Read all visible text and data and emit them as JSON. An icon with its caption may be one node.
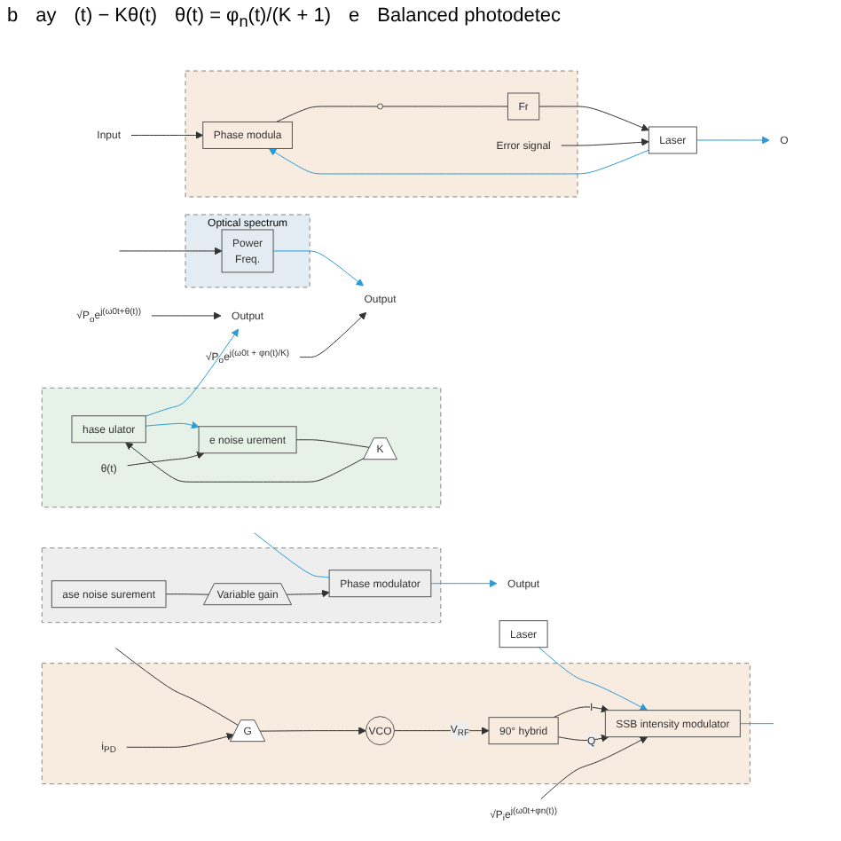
{
  "diagram": {
    "nodes": [
      {
        "text": [
          "Optical spectrum"
        ]
      },
      {
        "text": [
          "Power",
          "Freq."
        ],
        "in": 0
      },
      {
        "text": [
          "Output"
        ]
      },
      {
        "text": [
          "√P$_{o}$e$^{j(ω0t + φn(t)/K)}$"
        ]
      },
      {
        "text": [],
        "shape": "box"
      },
      {
        "text": [
          "Phase modulator"
        ],
        "in": 4
      },
      {
        "text": [
          "ase noise surement"
        ],
        "in": 4
      },
      {
        "text": [
          "Variable gain"
        ],
        "in": 4
      },
      {
        "text": [
          "Output"
        ]
      },
      {
        "text": [],
        "shape": "box"
      },
      {
        "text": [
          "hase ulator"
        ],
        "in": 9
      },
      {
        "text": [
          "K"
        ],
        "in": 9
      },
      {
        "text": [
          "e noise urement"
        ],
        "in": 9
      },
      {
        "text": [
          "θ(t)"
        ],
        "in": 9
      },
      {
        "text": [
          "Output"
        ]
      },
      {
        "text": [
          "√P$_{o}$e$^{j(ω0t+θ(t))}$"
        ]
      },
      {
        "text": [],
        "shape": "box"
      },
      {
        "text": [
          "Laser"
        ]
      },
      {
        "text": [
          "Phase modula"
        ],
        "in": 16
      },
      {
        "text": [],
        "shape": "circle",
        "in": 16
      },
      {
        "text": [
          "Fr"
        ],
        "in": 16
      },
      {
        "text": [
          "Input"
        ]
      },
      {
        "text": [
          "Error signal"
        ],
        "in": 16
      },
      {
        "text": [
          "O"
        ]
      },
      {
        "text": [],
        "shape": "box"
      },
      {
        "text": [
          "Laser"
        ]
      },
      {
        "text": [
          "SSB intensity modulator"
        ],
        "in": 24
      },
      {
        "text": [
          "90° hybrid"
        ],
        "in": 24
      },
      {
        "text": [
          "VCO"
        ],
        "in": 24
      },
      {
        "text": [
          "G"
        ],
        "in": 24
      },
      {
        "text": [
          "i$_{PD}$"
        ],
        "in": 24
      },
      {
        "text": [
          "√P$_{i}$e$^{j(ω0t+φn(t))}$"
        ]
      }
    ],
    "edges": [
      {
        "from": null,
        "to": 1,
        "arrow": "to"
      },
      {
        "from": 1,
        "to": 2,
        "arrow": "to",
        "color": "#2a9bd6"
      },
      {
        "from": 3,
        "to": 2,
        "arrow": "to"
      },
      {
        "from": null,
        "to": 5,
        "arrow": "none",
        "color": "#2a9bd6"
      },
      {
        "from": 6,
        "to": 7,
        "arrow": "none"
      },
      {
        "from": 7,
        "to": 5,
        "arrow": "to"
      },
      {
        "from": 5,
        "to": 8,
        "arrow": "to",
        "color": "#2a9bd6"
      },
      {
        "from": 12,
        "to": 11,
        "arrow": "none"
      },
      {
        "from": 11,
        "to": 10,
        "arrow": "to"
      },
      {
        "from": 10,
        "to": 12,
        "arrow": "to",
        "color": "#2a9bd6"
      },
      {
        "from": 10,
        "to": 14,
        "arrow": "to",
        "color": "#2a9bd6"
      },
      {
        "from": 13,
        "to": 12,
        "arrow": "to"
      },
      {
        "from": 15,
        "to": 14,
        "arrow": "to"
      },
      {
        "from": 17,
        "to": 18,
        "arrow": "to",
        "color": "#2a9bd6"
      },
      {
        "from": 17,
        "to": 23,
        "arrow": "to",
        "color": "#2a9bd6"
      },
      {
        "from": 18,
        "to": 19,
        "arrow": "none"
      },
      {
        "from": 19,
        "to": 20,
        "arrow": "none"
      },
      {
        "from": 20,
        "to": 17,
        "arrow": "to"
      },
      {
        "from": 21,
        "to": 18,
        "arrow": "to"
      },
      {
        "from": 22,
        "to": 17,
        "arrow": "to"
      },
      {
        "from": 25,
        "to": 26,
        "arrow": "to",
        "color": "#2a9bd6"
      },
      {
        "from": 27,
        "to": 26,
        "arrow": "to",
        "label": "I"
      },
      {
        "from": 27,
        "to": 26,
        "arrow": "to",
        "label": "Q"
      },
      {
        "from": 28,
        "to": 27,
        "arrow": "to",
        "label": "V$_{RF}$"
      },
      {
        "from": 29,
        "to": 28,
        "arrow": "to"
      },
      {
        "from": null,
        "to": 29,
        "arrow": "none"
      },
      {
        "from": 30,
        "to": 29,
        "arrow": "to"
      },
      {
        "from": 26,
        "to": null,
        "arrow": "none",
        "color": "#2a9bd6"
      },
      {
        "from": 31,
        "to": 26,
        "arrow": "to"
      }
    ],
    "labels": [
      "b",
      "ay",
      "(t) − Kθ(t)",
      "θ(t) = φ$_{n}$(t)/(K + 1)",
      "e",
      "Balanced photodetec"
    ]
  }
}
